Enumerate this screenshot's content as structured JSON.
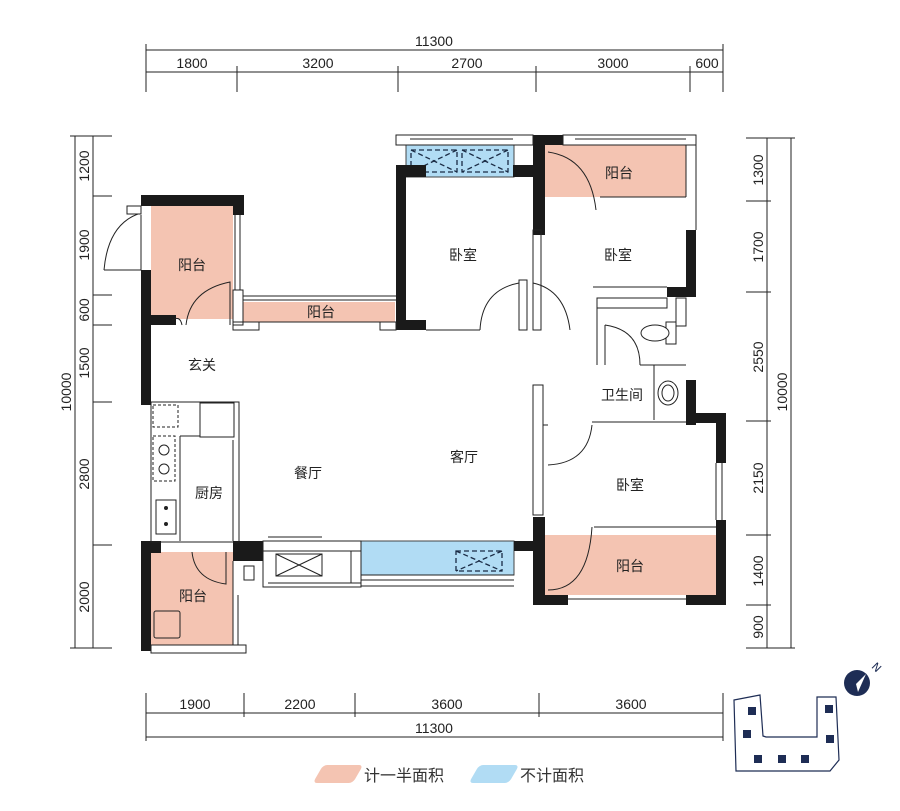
{
  "dimensions": {
    "top": {
      "total": "11300",
      "segments": [
        "1800",
        "3200",
        "2700",
        "3000",
        "600"
      ]
    },
    "bottom": {
      "total": "11300",
      "segments": [
        "1900",
        "2200",
        "3600",
        "3600"
      ]
    },
    "left": {
      "total": "10000",
      "segments": [
        "1200",
        "1900",
        "600",
        "1500",
        "2800",
        "2000"
      ]
    },
    "right": {
      "total": "10000",
      "segments": [
        "1300",
        "1700",
        "2550",
        "2150",
        "1400",
        "900"
      ]
    }
  },
  "rooms": {
    "balcony_nw": "阳台",
    "balcony_corridor": "阳台",
    "bedroom_north_1": "卧室",
    "bedroom_north_2": "卧室",
    "balcony_ne": "阳台",
    "entrance": "玄关",
    "bathroom": "卫生间",
    "dining": "餐厅",
    "living": "客厅",
    "kitchen": "厨房",
    "bedroom_south": "卧室",
    "balcony_se": "阳台",
    "balcony_sw": "阳台"
  },
  "legend": {
    "half_area": {
      "label": "计一半面积",
      "color": "#f4c4b2"
    },
    "no_area": {
      "label": "不计面积",
      "color": "#b1dcf4"
    }
  },
  "compass": {
    "north_label": "N"
  },
  "colors": {
    "wall": "#1a1a1a",
    "half_area_fill": "#f4c4b2",
    "no_area_fill": "#b1dcf4",
    "compass": "#1e2d55"
  }
}
